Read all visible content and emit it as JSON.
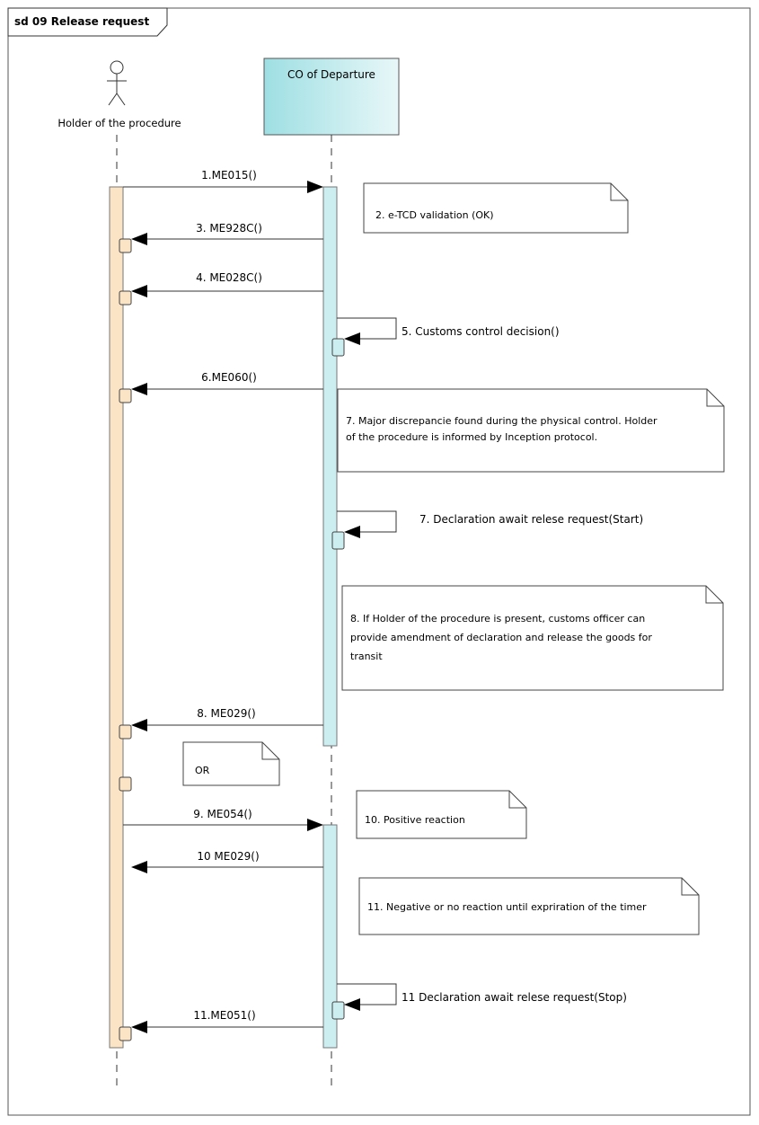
{
  "frame": {
    "title": "sd 09 Release request"
  },
  "participants": {
    "holder": {
      "label": "Holder of the procedure"
    },
    "co": {
      "label": "CO of Departure"
    }
  },
  "colors": {
    "holder_activation": "#fbe3c6",
    "co_activation": "#cdeef0",
    "co_header_left": "#9edfe3",
    "co_header_right": "#e8f7f8"
  },
  "messages": [
    {
      "label": "1.ME015()",
      "direction": "to_co"
    },
    {
      "label": "3. ME928C()",
      "direction": "to_holder"
    },
    {
      "label": "4. ME028C()",
      "direction": "to_holder"
    },
    {
      "label": "5. Customs control decision()",
      "direction": "self"
    },
    {
      "label": "6.ME060()",
      "direction": "to_holder"
    },
    {
      "label": "7. Declaration await relese request(Start)",
      "direction": "self"
    },
    {
      "label": "8. ME029()",
      "direction": "to_holder"
    },
    {
      "label": "9. ME054()",
      "direction": "to_co"
    },
    {
      "label": "10 ME029()",
      "direction": "to_holder"
    },
    {
      "label": "11 Declaration await relese request(Stop)",
      "direction": "self"
    },
    {
      "label": "11.ME051()",
      "direction": "to_holder"
    }
  ],
  "notes": [
    {
      "lines": [
        "2. e-TCD validation (OK)"
      ]
    },
    {
      "lines": [
        "7. Major discrepancie found during the physical control. Holder",
        "of the procedure is informed by Inception protocol."
      ]
    },
    {
      "lines": [
        "8. If Holder of the procedure is present, customs officer can",
        "provide amendment of declaration and release the goods for",
        "transit"
      ]
    },
    {
      "lines": [
        "OR"
      ]
    },
    {
      "lines": [
        "10. Positive reaction"
      ]
    },
    {
      "lines": [
        "11. Negative or no reaction until expriration of the timer"
      ]
    }
  ]
}
